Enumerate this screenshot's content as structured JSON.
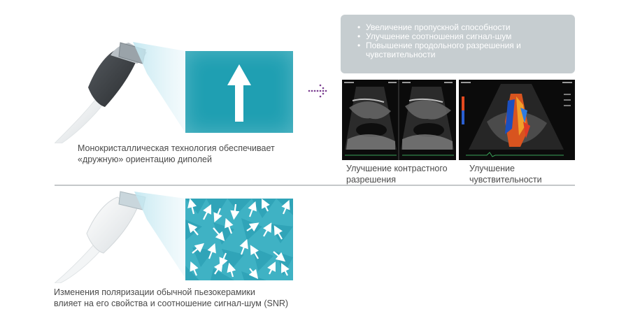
{
  "benefits": {
    "items": [
      "Увеличение пропускной способности",
      "Улучшение соотношения сигнал-шум",
      "Повышение продольного разрешения и",
      "чувствительности"
    ]
  },
  "top_caption": {
    "line1": "Монокристаллическая технология обеспечивает",
    "line2": "«дружную» ориентацию диполей"
  },
  "bottom_caption": {
    "line1": "Изменения поляризации обычной пьезокерамики",
    "line2": "влияет на его свойства и соотношение сигнал-шум (SNR)"
  },
  "image_captions": {
    "contrast_line1": "Улучшение контрастного",
    "contrast_line2": "разрешения",
    "sensitivity_line1": "Улучшение",
    "sensitivity_line2": "чувствительности"
  },
  "colors": {
    "teal": "#1f9fb2",
    "benefit_box": "#c6cdd0",
    "arrow_dots": "#7a3d8f",
    "divider": "#c5c8ca"
  }
}
